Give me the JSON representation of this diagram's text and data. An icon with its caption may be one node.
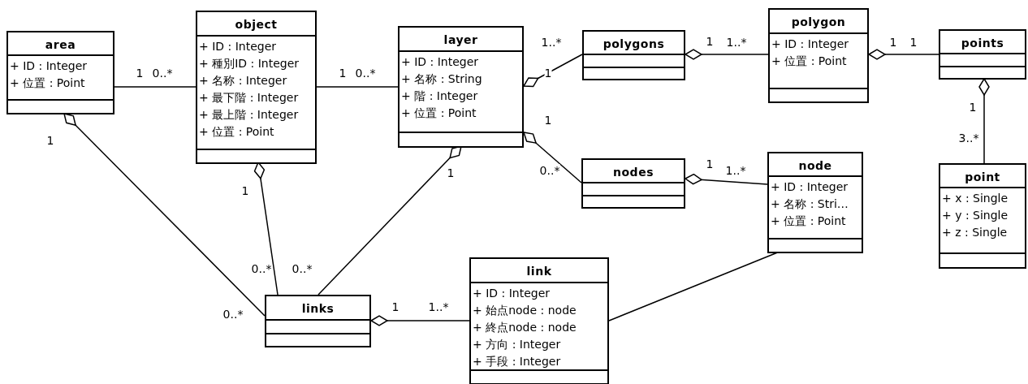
{
  "diagram": {
    "nodes": [
      {
        "text": [
          "area",
          "+ ID : Integer",
          "+ 位置 : Point"
        ]
      },
      {
        "text": [
          "object",
          "+ ID : Integer",
          "+ 種別ID : Integer",
          "+ 名称 : Integer",
          "+ 最下階 : Integer",
          "+ 最上階 : Integer",
          "+ 位置 : Point"
        ]
      },
      {
        "text": [
          "layer",
          "+ ID : Integer",
          "+ 名称 : String",
          "+ 階 : Integer",
          "+ 位置 : Point"
        ]
      },
      {
        "text": [
          "polygons"
        ]
      },
      {
        "text": [
          "polygon",
          "+ ID : Integer",
          "+ 位置 : Point"
        ]
      },
      {
        "text": [
          "points"
        ]
      },
      {
        "text": [
          "nodes"
        ]
      },
      {
        "text": [
          "node",
          "+ ID : Integer",
          "+ 名称 : Stri…",
          "+ 位置 : Point"
        ]
      },
      {
        "text": [
          "point",
          "+ x : Single",
          "+ y : Single",
          "+ z : Single"
        ]
      },
      {
        "text": [
          "links"
        ]
      },
      {
        "text": [
          "link",
          "+ ID : Integer",
          "+ 始点node : node",
          "+ 終点node : node",
          "+ 方向 : Integer",
          "+ 手段 : Integer"
        ]
      }
    ],
    "edges": [
      {
        "from": 0,
        "to": 1,
        "arrow": "none"
      },
      {
        "from": 1,
        "to": 2,
        "arrow": "none"
      },
      {
        "from": 2,
        "to": 3,
        "arrow": "other"
      },
      {
        "from": 3,
        "to": 4,
        "arrow": "other"
      },
      {
        "from": 4,
        "to": 5,
        "arrow": "other"
      },
      {
        "from": 5,
        "to": 8,
        "arrow": "other"
      },
      {
        "from": 2,
        "to": 6,
        "arrow": "other"
      },
      {
        "from": 6,
        "to": 7,
        "arrow": "other"
      },
      {
        "from": 0,
        "to": 9,
        "arrow": "other"
      },
      {
        "from": 1,
        "to": 9,
        "arrow": "other"
      },
      {
        "from": 2,
        "to": 9,
        "arrow": "other"
      },
      {
        "from": 9,
        "to": 10,
        "arrow": "other"
      },
      {
        "from": 10,
        "to": 7,
        "arrow": "none"
      }
    ],
    "labels": [
      "1..*",
      "1",
      "1..*",
      "1",
      "1",
      "1",
      "0..*",
      "1",
      "0..*",
      "1",
      "1",
      "1",
      "1",
      "3..*",
      "1",
      "0..*",
      "1",
      "1..*",
      "1",
      "0..*",
      "0..*",
      "1",
      "1..*",
      "0..*"
    ]
  }
}
